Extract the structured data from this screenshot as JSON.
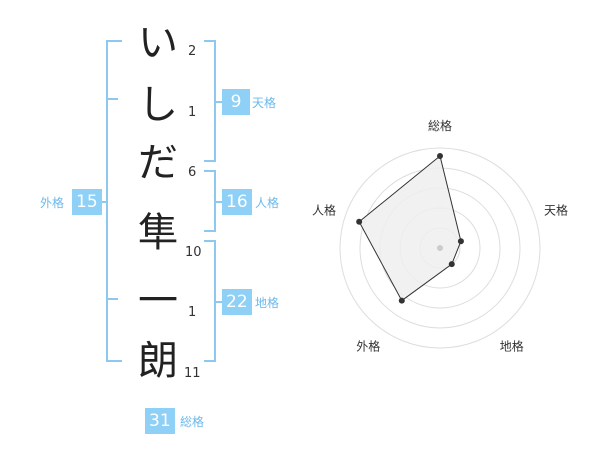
{
  "name": {
    "characters": [
      {
        "char": "い",
        "strokes": "2"
      },
      {
        "char": "し",
        "strokes": "1"
      },
      {
        "char": "だ",
        "strokes": "6"
      },
      {
        "char": "隼",
        "strokes": "10"
      },
      {
        "char": "一",
        "strokes": "1"
      },
      {
        "char": "朗",
        "strokes": "11"
      }
    ]
  },
  "fortune": {
    "tenkaku": {
      "value": "9",
      "label": "天格"
    },
    "jinkaku": {
      "value": "16",
      "label": "人格"
    },
    "chikaku": {
      "value": "22",
      "label": "地格"
    },
    "gaikaku": {
      "value": "15",
      "label": "外格"
    },
    "soukaku": {
      "value": "31",
      "label": "総格"
    }
  },
  "colors": {
    "accent": "#8fd0f7",
    "bracket": "#8fc8ef",
    "label": "#6bb9ec"
  },
  "chart_data": {
    "type": "radar",
    "axes": [
      "総格",
      "天格",
      "地格",
      "外格",
      "人格"
    ],
    "values": [
      0.92,
      0.22,
      0.2,
      0.65,
      0.85
    ],
    "range": [
      0,
      1
    ],
    "rings": 5
  }
}
